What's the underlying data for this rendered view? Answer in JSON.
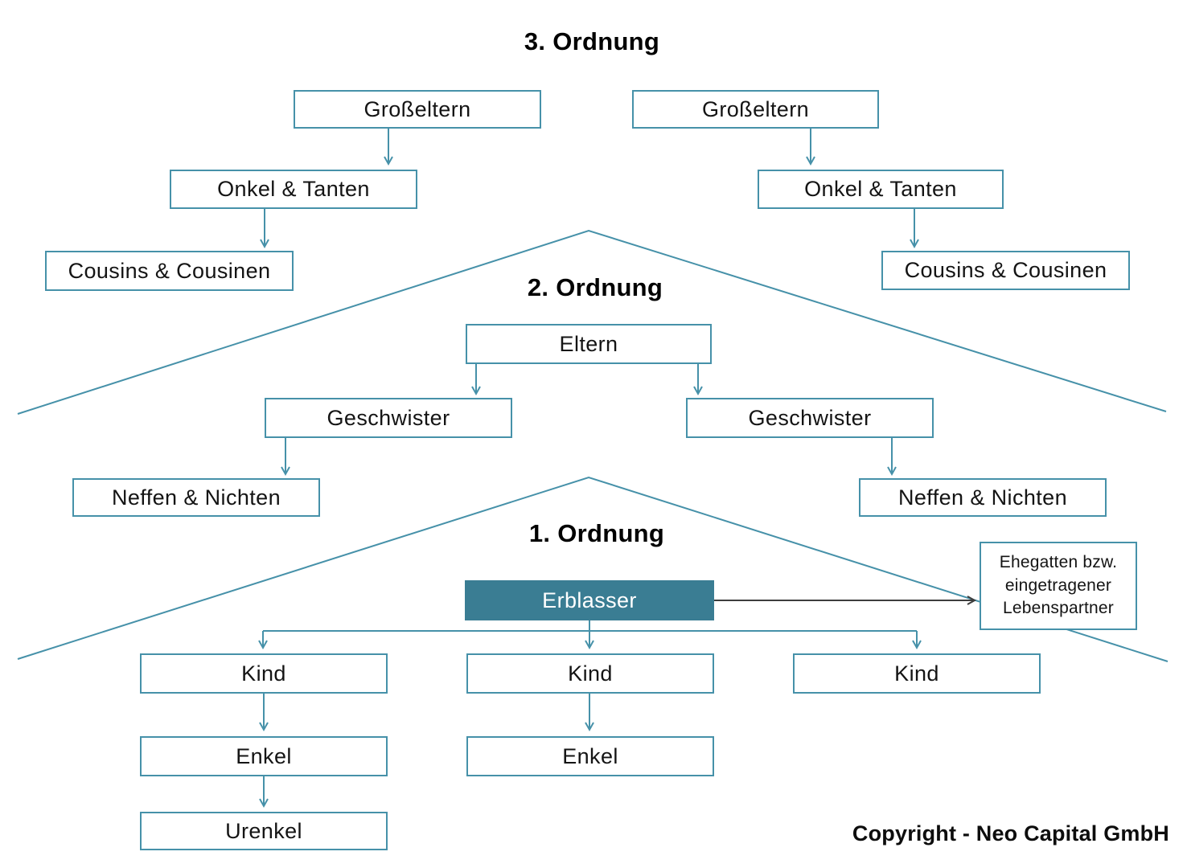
{
  "titles": {
    "third_order": "3. Ordnung",
    "second_order": "2. Ordnung",
    "first_order": "1. Ordnung"
  },
  "nodes": {
    "grosseltern_left": "Großeltern",
    "grosseltern_right": "Großeltern",
    "onkel_left": "Onkel & Tanten",
    "onkel_right": "Onkel & Tanten",
    "cousins_left": "Cousins & Cousinen",
    "cousins_right": "Cousins & Cousinen",
    "eltern": "Eltern",
    "geschwister_left": "Geschwister",
    "geschwister_right": "Geschwister",
    "neffen_left": "Neffen & Nichten",
    "neffen_right": "Neffen & Nichten",
    "erblasser": "Erblasser",
    "ehegatten_lines": [
      "Ehegatten bzw.",
      "eingetragener",
      "Lebenspartner"
    ],
    "kind_left": "Kind",
    "kind_middle": "Kind",
    "kind_right": "Kind",
    "enkel_left": "Enkel",
    "enkel_middle": "Enkel",
    "urenkel": "Urenkel"
  },
  "footer": {
    "copyright": "Copyright - Neo Capital GmbH"
  },
  "colors": {
    "line": "#4691a9",
    "box_border": "#4691a9",
    "erblasser_fill": "#3a7d93",
    "erblasser_text": "#ffffff",
    "spouse_arrow": "#3d3d3d",
    "text": "#141414"
  }
}
